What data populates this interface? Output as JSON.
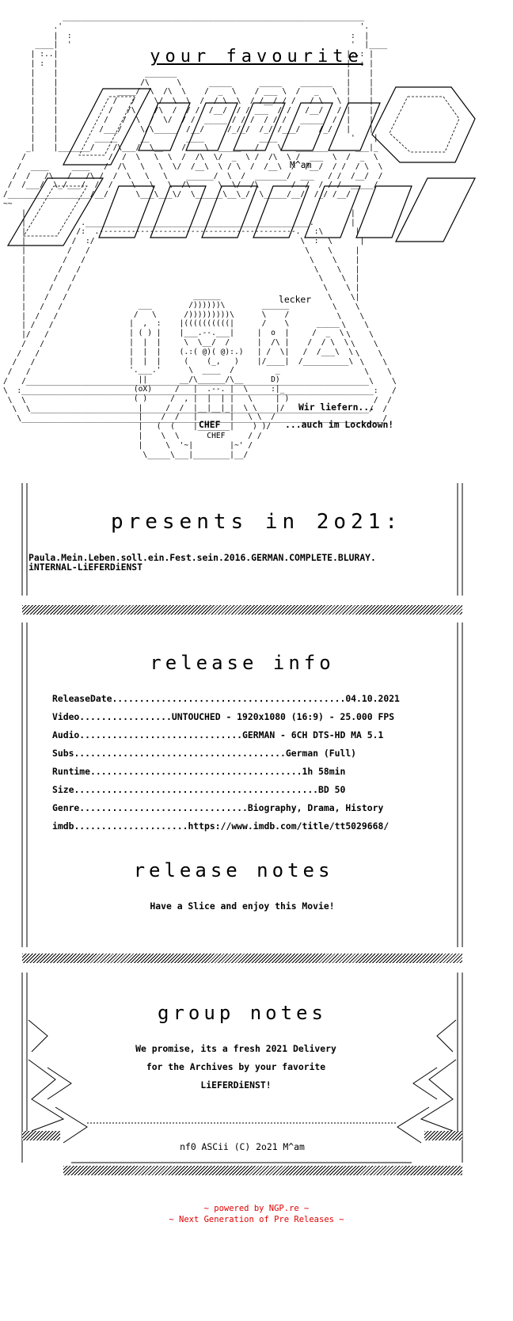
{
  "colors": {
    "background": "#ffffff",
    "text": "#000000",
    "footer": "#e00000"
  },
  "header": {
    "title": "your favourite",
    "group": "LiEFERDiENST",
    "author_tag": "M^am"
  },
  "pizza": {
    "lecker": "lecker",
    "chef": "CHEF",
    "tagline1": "Wir liefern...",
    "tagline2": "...auch im Lockdown!"
  },
  "presents": {
    "heading": "presents in 2o21:",
    "release_line1": "Paula.Mein.Leben.soll.ein.Fest.sein.2016.GERMAN.COMPLETE.BLURAY.",
    "release_line2": "iNTERNAL-LiEFERDiENST"
  },
  "release_info": {
    "heading": "release info",
    "rows": [
      {
        "label": "ReleaseDate",
        "dots": "...........................................",
        "value": "04.10.2021"
      },
      {
        "label": "Video",
        "dots": ".................",
        "value": "UNTOUCHED - 1920x1080 (16:9) - 25.000 FPS"
      },
      {
        "label": "Audio",
        "dots": "..............................",
        "value": "GERMAN - 6CH DTS-HD MA 5.1"
      },
      {
        "label": "Subs",
        "dots": ".......................................",
        "value": "German (Full)"
      },
      {
        "label": "Runtime",
        "dots": ".......................................",
        "value": "1h 58min"
      },
      {
        "label": "Size",
        "dots": ".............................................",
        "value": "BD 50"
      },
      {
        "label": "Genre",
        "dots": "...............................",
        "value": "Biography, Drama, History"
      },
      {
        "label": "imdb",
        "dots": ".....................",
        "value": "https://www.imdb.com/title/tt5029668/"
      }
    ]
  },
  "release_notes": {
    "heading": "release notes",
    "text": "Have a Slice and enjoy this Movie!"
  },
  "group_notes": {
    "heading": "group notes",
    "line1": "We promise, its a fresh 2021 Delivery",
    "line2": "for the Archives by your favorite",
    "line3": "LiEFERDiENST!"
  },
  "credit": "nf0 ASCii (C) 2o21 M^am",
  "footer": {
    "line1": "~ powered by NGP.re ~",
    "line2": "~ Next Generation of Pre Releases ~"
  }
}
